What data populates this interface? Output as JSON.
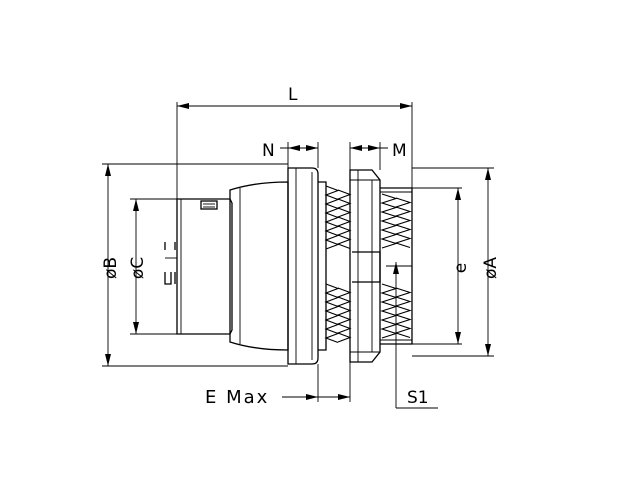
{
  "labels": {
    "L": "L",
    "N": "N",
    "M": "M",
    "B": "øB",
    "C": "øC",
    "A": "øA",
    "e": "e",
    "E": "E Max",
    "S1": "S1"
  }
}
